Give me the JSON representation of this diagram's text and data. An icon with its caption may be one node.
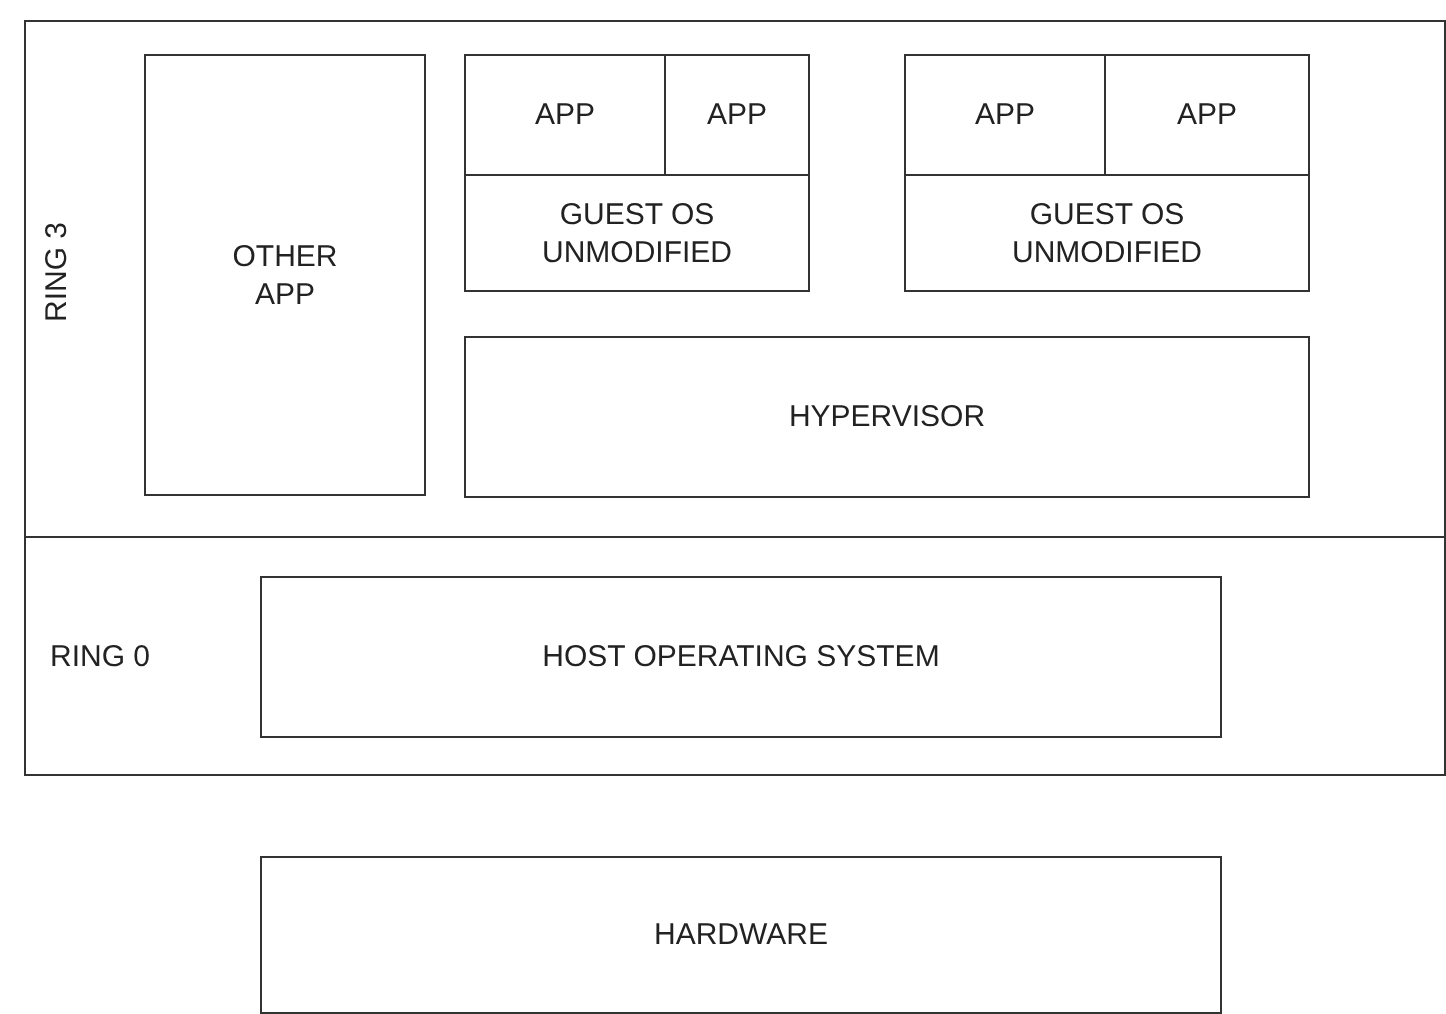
{
  "diagram": {
    "nodes": [
      {
        "text": [
          "RING 3"
        ]
      },
      {
        "text": [
          "OTHER APP"
        ],
        "in": 0
      },
      {
        "text": [
          "APP"
        ],
        "in": 0
      },
      {
        "text": [
          "APP"
        ],
        "in": 0
      },
      {
        "text": [
          "GUEST OS UNMODIFIED"
        ],
        "in": 0
      },
      {
        "text": [
          "APP"
        ],
        "in": 0
      },
      {
        "text": [
          "APP"
        ],
        "in": 0
      },
      {
        "text": [
          "GUEST OS UNMODIFIED"
        ],
        "in": 0
      },
      {
        "text": [
          "HYPERVISOR"
        ],
        "in": 0
      },
      {
        "text": [
          "RING 0"
        ]
      },
      {
        "text": [
          "HOST OPERATING SYSTEM"
        ],
        "in": 9
      },
      {
        "text": [
          "HARDWARE"
        ]
      }
    ],
    "edges": []
  }
}
